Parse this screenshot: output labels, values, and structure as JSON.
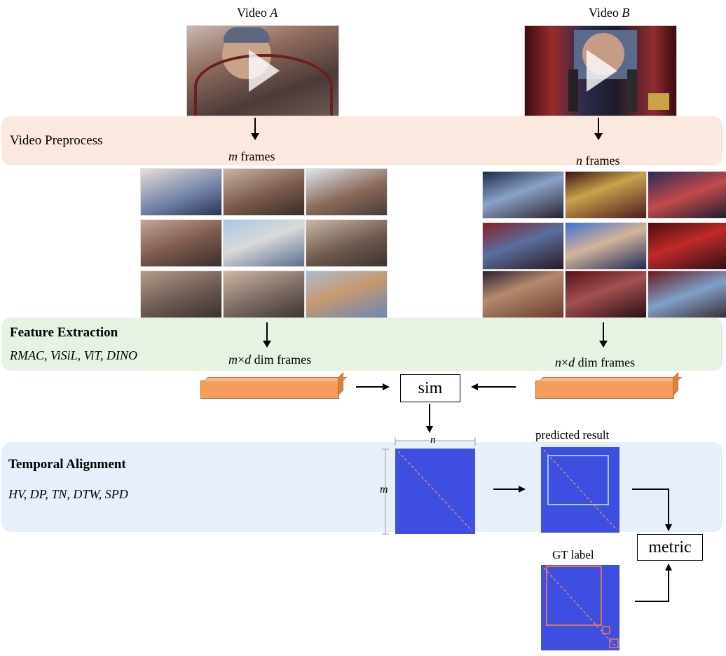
{
  "videos": {
    "a": {
      "label_prefix": "Video ",
      "label_var": "A"
    },
    "b": {
      "label_prefix": "Video ",
      "label_var": "B"
    }
  },
  "stages": {
    "preprocess": {
      "title": "Video Preprocess"
    },
    "feature": {
      "title": "Feature Extraction",
      "methods": "RMAC, ViSiL, ViT, DINO"
    },
    "temporal": {
      "title": "Temporal Alignment",
      "methods": "HV, DP, TN, DTW, SPD"
    }
  },
  "captions": {
    "m_frames_var": "m",
    "m_frames_text": " frames",
    "n_frames_var": "n",
    "n_frames_text": " frames",
    "m_dim_var": "m",
    "m_dim_times": "×",
    "m_dim_d": "d",
    "m_dim_text": " dim frames",
    "n_dim_var": "n",
    "n_dim_times": "×",
    "n_dim_d": "d",
    "n_dim_text": " dim frames"
  },
  "sim": {
    "label": "sim"
  },
  "matrix": {
    "axis_top": "n",
    "axis_left": "m"
  },
  "predicted": {
    "label": "predicted result"
  },
  "gt": {
    "label": "GT label"
  },
  "metric": {
    "label": "metric"
  },
  "colors": {
    "matrix": "#3d4ee0",
    "diagonal": "#f08a8a",
    "predicted_box": "#9fd8f0",
    "gt_box": "#f07a4a",
    "feature_bar": "#f49d5c",
    "band_preprocess": "#fbe9df",
    "band_feature": "#e6f2e2",
    "band_temporal": "#e7f0fa"
  },
  "icons": {
    "play": "play-icon"
  }
}
